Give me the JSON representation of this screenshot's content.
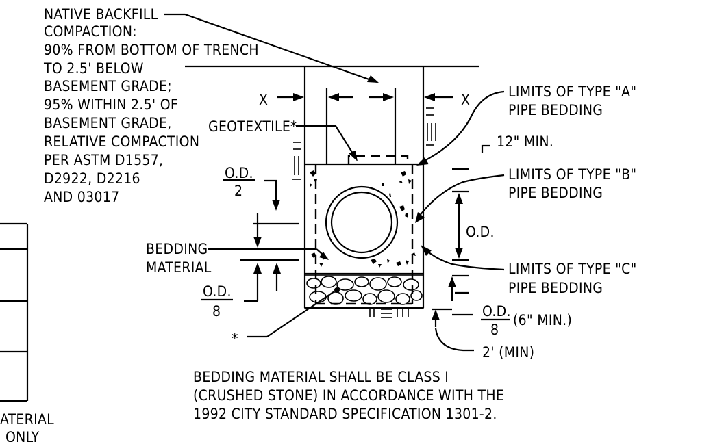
{
  "notes": {
    "backfill": [
      "NATIVE BACKFILL",
      "COMPACTION:",
      "90% FROM BOTTOM OF TRENCH",
      "TO 2.5' BELOW",
      "BASEMENT GRADE;",
      "95% WITHIN 2.5' OF",
      "BASEMENT GRADE,",
      "RELATIVE COMPACTION",
      "PER ASTM D1557,",
      "D2922, D2216",
      "AND 03017"
    ],
    "bedding_spec": [
      "BEDDING MATERIAL SHALL BE CLASS I",
      "(CRUSHED STONE) IN ACCORDANCE WITH THE",
      "1992 CITY STANDARD SPECIFICATION 1301-2."
    ],
    "left_partial": [
      "ATERIAL",
      "ONLY"
    ]
  },
  "labels": {
    "x_left": "X",
    "x_right": "X",
    "geotextile": "GEOTEXTILE*",
    "bedding_material": [
      "BEDDING",
      "MATERIAL"
    ],
    "asterisk": "*",
    "type_a": [
      "LIMITS OF TYPE \"A\"",
      "PIPE BEDDING"
    ],
    "type_b": [
      "LIMITS OF TYPE \"B\"",
      "PIPE BEDDING"
    ],
    "type_c": [
      "LIMITS OF TYPE \"C\"",
      "PIPE BEDDING"
    ],
    "min_12": "12\" MIN.",
    "od": "O.D.",
    "od_half": {
      "num": "O.D.",
      "den": "2"
    },
    "od_eighth_left": {
      "num": "O.D.",
      "den": "8"
    },
    "od_eighth_right": {
      "num": "O.D.",
      "den": "8",
      "suffix": "(6\" MIN.)"
    },
    "min_2ft": "2' (MIN)"
  }
}
